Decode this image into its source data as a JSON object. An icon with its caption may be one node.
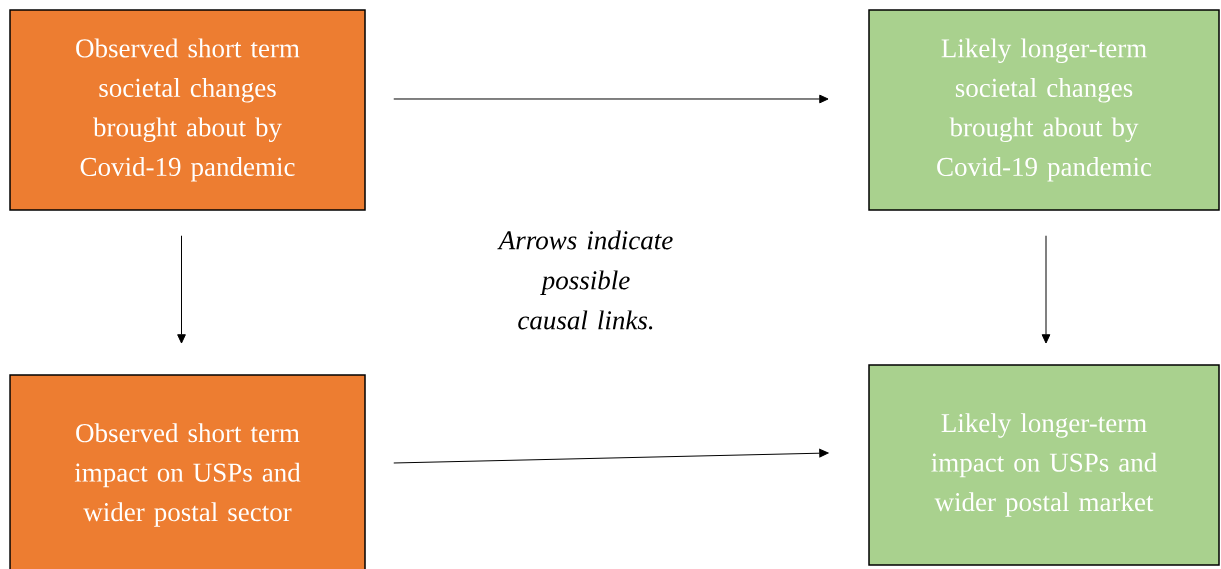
{
  "diagram": {
    "nodes": [
      {
        "text": [
          "Observed short term societal changes brought about by Covid-19 pandemic"
        ]
      },
      {
        "text": [
          "Likely longer-term societal changes brought about by Covid-19 pandemic"
        ]
      },
      {
        "text": [
          "Observed short term impact on USPs and wider postal sector"
        ]
      },
      {
        "text": [
          "Likely longer-term impact on USPs and wider postal market"
        ]
      }
    ],
    "edges": [
      {
        "from": 0,
        "to": 1,
        "arrow": "to"
      },
      {
        "from": 0,
        "to": 2,
        "arrow": "to"
      },
      {
        "from": 1,
        "to": 3,
        "arrow": "to"
      },
      {
        "from": 2,
        "to": 3,
        "arrow": "to"
      }
    ],
    "labels": [
      "Arrows indicate possible causal links."
    ]
  }
}
